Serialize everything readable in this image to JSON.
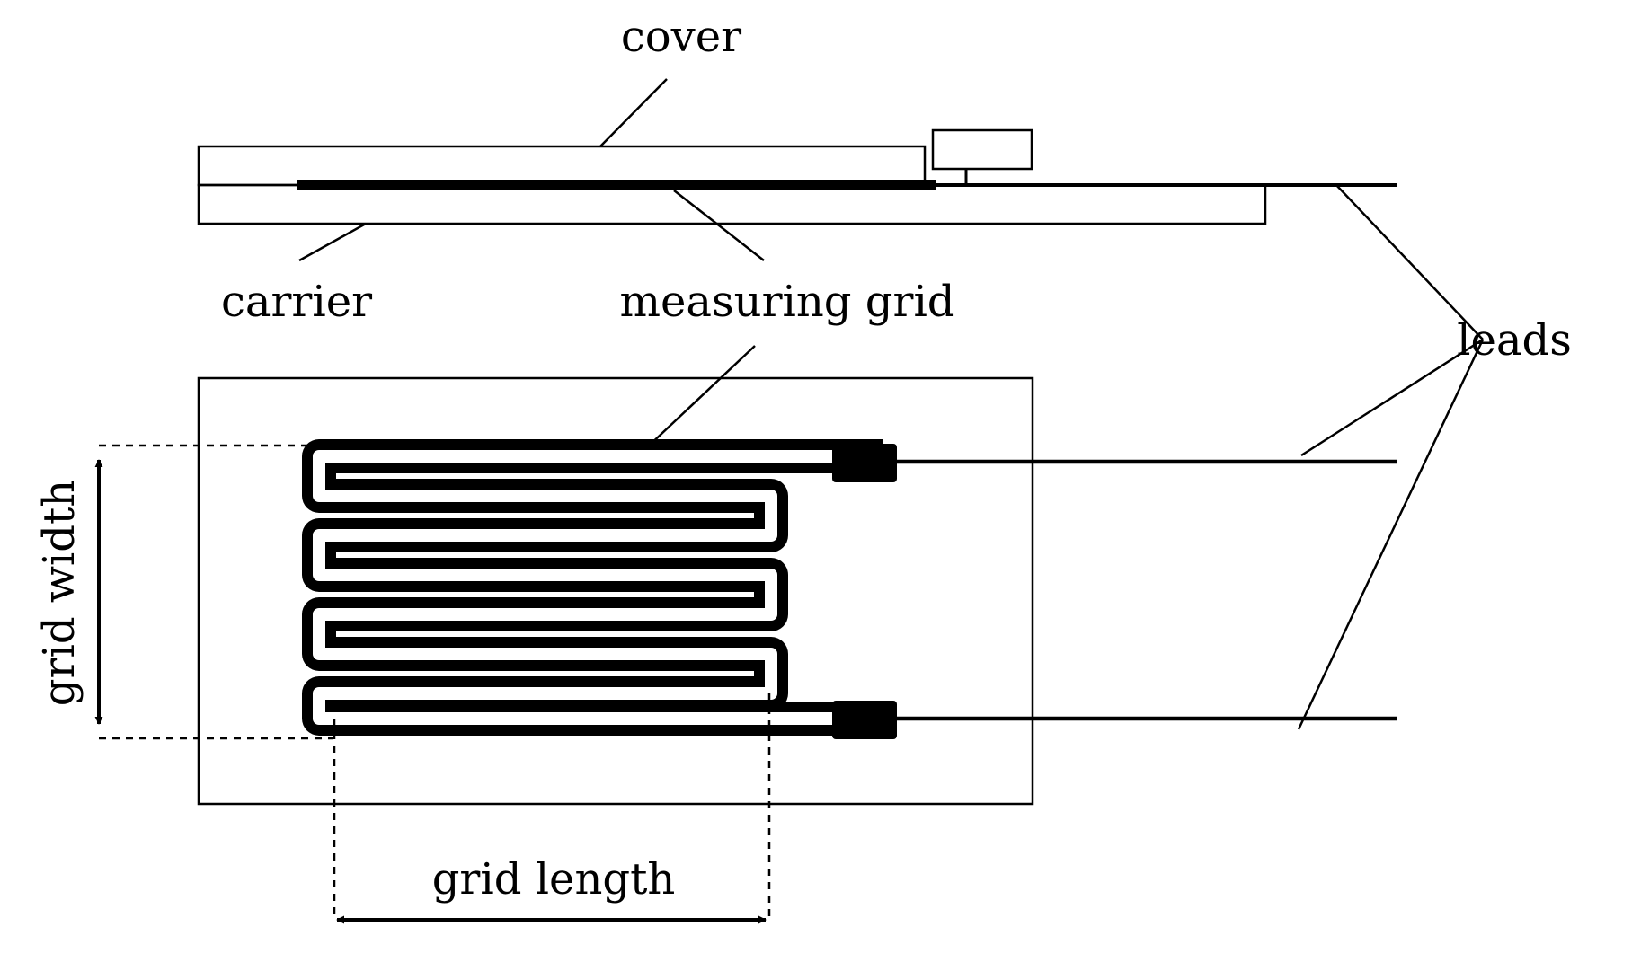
{
  "labels": {
    "cover": "cover",
    "carrier": "carrier",
    "measuring_grid": "measuring grid",
    "leads": "leads",
    "grid_width": "grid width",
    "grid_length": "grid length"
  },
  "colors": {
    "ink": "#000000",
    "background": "#ffffff"
  }
}
